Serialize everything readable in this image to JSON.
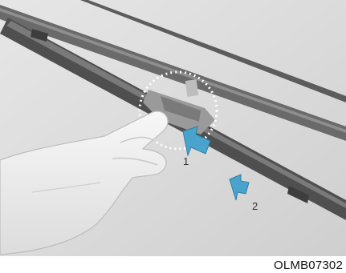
{
  "figure": {
    "code": "OLMB07302",
    "steps": [
      {
        "label": "1",
        "icon": "arrow-icon"
      },
      {
        "label": "2",
        "icon": "arrow-icon"
      }
    ]
  },
  "colors": {
    "background": "#ffffff",
    "panel": "#dedede",
    "blade": "#555555",
    "hand": "#f1f1f1",
    "arrow": "#4aa3cc",
    "highlight_circle": "#ffffff"
  }
}
